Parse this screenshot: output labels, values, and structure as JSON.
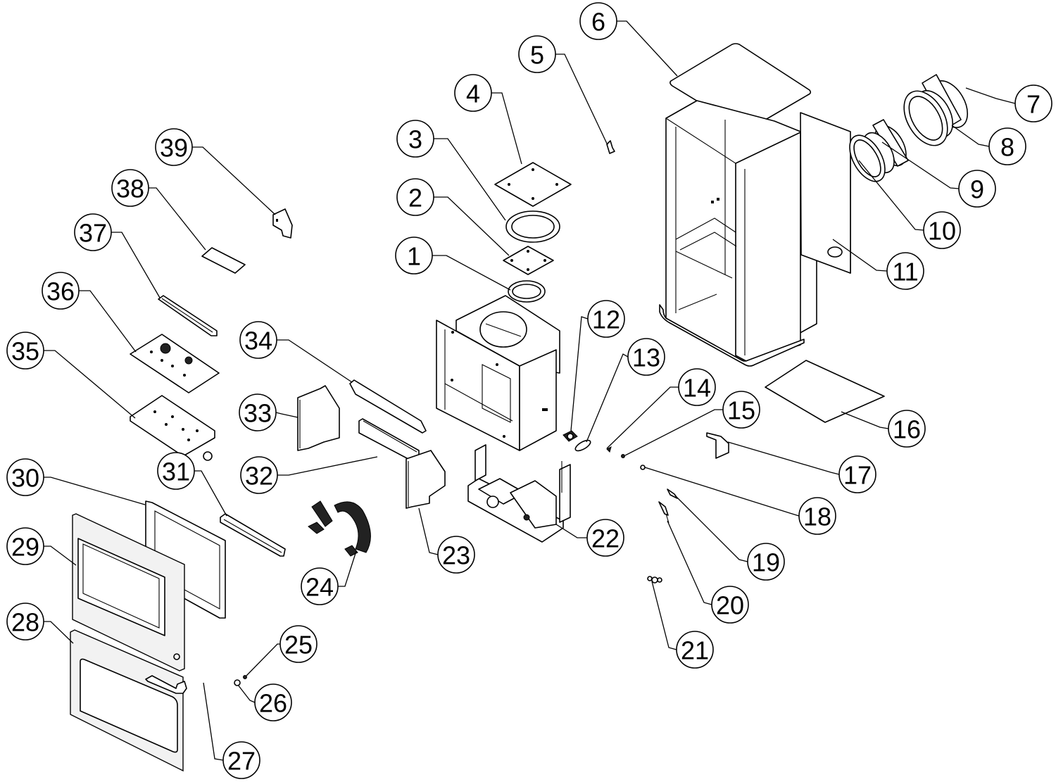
{
  "diagram": {
    "type": "exploded-parts-view",
    "subject": "pellet stove assembly",
    "callouts": [
      {
        "id": 1,
        "label": "1"
      },
      {
        "id": 2,
        "label": "2"
      },
      {
        "id": 3,
        "label": "3"
      },
      {
        "id": 4,
        "label": "4"
      },
      {
        "id": 5,
        "label": "5"
      },
      {
        "id": 6,
        "label": "6"
      },
      {
        "id": 7,
        "label": "7"
      },
      {
        "id": 8,
        "label": "8"
      },
      {
        "id": 9,
        "label": "9"
      },
      {
        "id": 10,
        "label": "10"
      },
      {
        "id": 11,
        "label": "11"
      },
      {
        "id": 12,
        "label": "12"
      },
      {
        "id": 13,
        "label": "13"
      },
      {
        "id": 14,
        "label": "14"
      },
      {
        "id": 15,
        "label": "15"
      },
      {
        "id": 16,
        "label": "16"
      },
      {
        "id": 17,
        "label": "17"
      },
      {
        "id": 18,
        "label": "18"
      },
      {
        "id": 19,
        "label": "19"
      },
      {
        "id": 20,
        "label": "20"
      },
      {
        "id": 21,
        "label": "21"
      },
      {
        "id": 22,
        "label": "22"
      },
      {
        "id": 23,
        "label": "23"
      },
      {
        "id": 24,
        "label": "24"
      },
      {
        "id": 25,
        "label": "25"
      },
      {
        "id": 26,
        "label": "26"
      },
      {
        "id": 27,
        "label": "27"
      },
      {
        "id": 28,
        "label": "28"
      },
      {
        "id": 29,
        "label": "29"
      },
      {
        "id": 30,
        "label": "30"
      },
      {
        "id": 31,
        "label": "31"
      },
      {
        "id": 32,
        "label": "32"
      },
      {
        "id": 33,
        "label": "33"
      },
      {
        "id": 34,
        "label": "34"
      },
      {
        "id": 35,
        "label": "35"
      },
      {
        "id": 36,
        "label": "36"
      },
      {
        "id": 37,
        "label": "37"
      },
      {
        "id": 38,
        "label": "38"
      },
      {
        "id": 39,
        "label": "39"
      }
    ]
  }
}
